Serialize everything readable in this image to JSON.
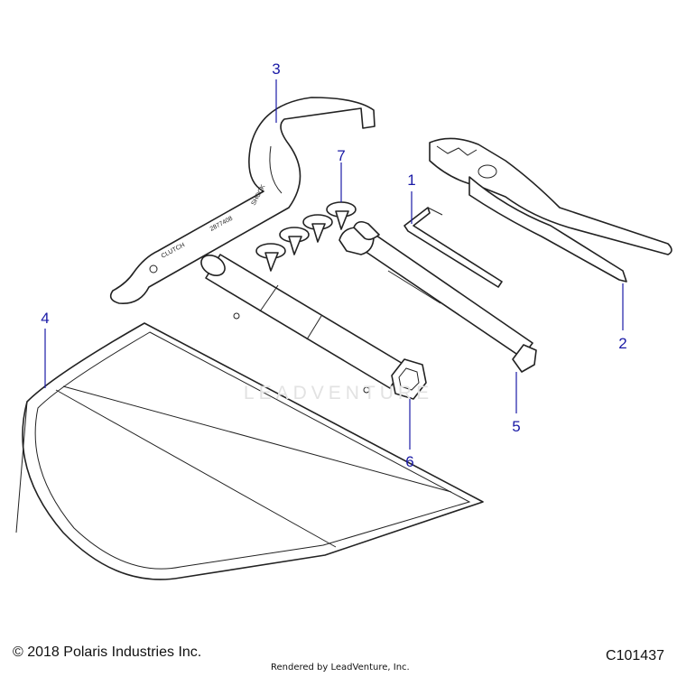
{
  "callouts": {
    "c1": "1",
    "c2": "2",
    "c3": "3",
    "c4": "4",
    "c5": "5",
    "c6": "6",
    "c7": "7"
  },
  "wrench_stamps": {
    "shock": "SHOCK",
    "part_number": "2877408",
    "clutch": "CLUTCH"
  },
  "watermark": "LEADVENTURE",
  "footer": {
    "copyright": "© 2018 Polaris Industries Inc.",
    "rendered_by": "Rendered by LeadVenture, Inc.",
    "diagram_code": "C101437"
  },
  "colors": {
    "callout_blue": "#1a1aa6",
    "line_art": "#222222",
    "watermark_gray": "#e2e2e2"
  }
}
